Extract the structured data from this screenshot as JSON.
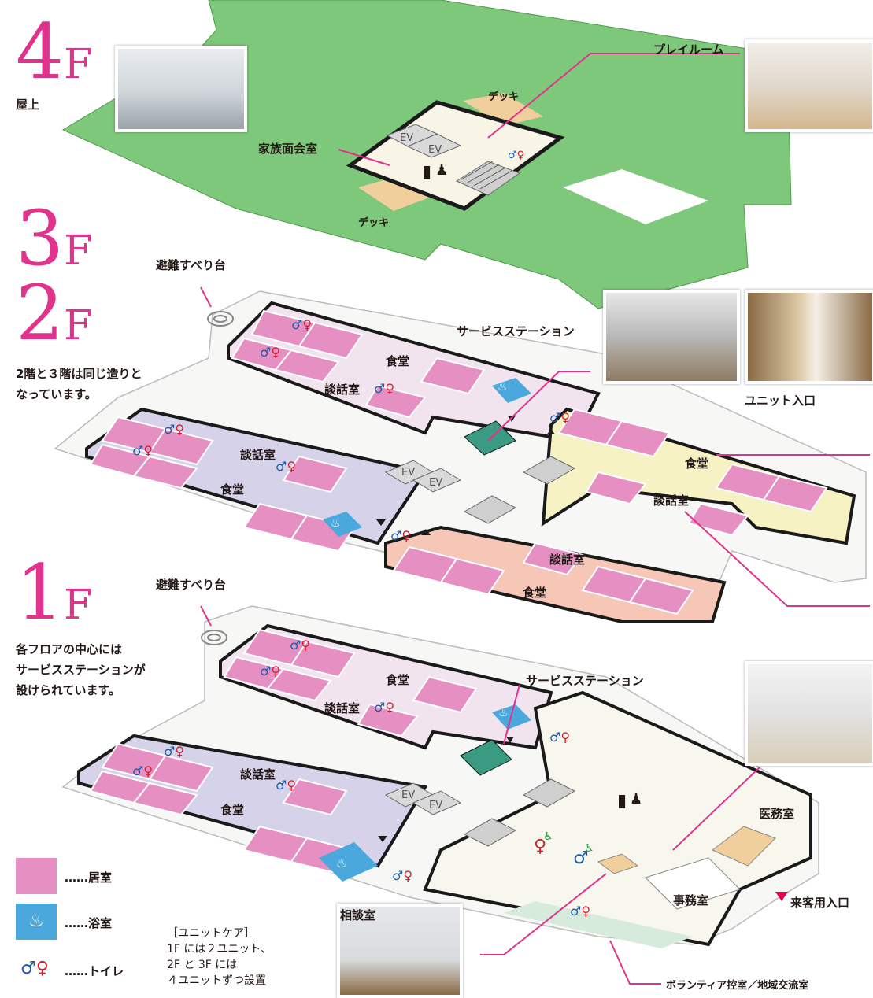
{
  "floors": {
    "f4": {
      "digit": "4",
      "suffix": "F",
      "sub": "屋上"
    },
    "f3": {
      "digit": "3",
      "suffix": "F"
    },
    "f2": {
      "digit": "2",
      "suffix": "F",
      "note": "2階と３階は同じ造りと\nなっています。"
    },
    "f1": {
      "digit": "1",
      "suffix": "F",
      "note": "各フロアの中心には\nサービスステーションが\n設けられています。"
    }
  },
  "labels": {
    "playroom": "プレイルーム",
    "deck": "デッキ",
    "family_room": "家族面会室",
    "ev": "EV",
    "slide": "避難すべり台",
    "service_station": "サービスステーション",
    "unit_entrance": "ユニット入口",
    "dining": "食堂",
    "lounge": "談話室",
    "medical": "医務室",
    "office": "事務室",
    "visitor_entrance": "来客用入口",
    "consultation": "相談室",
    "volunteer": "ボランティア控室／地域交流室"
  },
  "legend": {
    "room": "……居室",
    "bath": "……浴室",
    "toilet": "……トイレ"
  },
  "unit_care": "［ユニットケア］\n1F には２ユニット、\n2F と 3F には\n４ユニットずつ設置",
  "colors": {
    "accent": "#e0338d",
    "room": "#e58fc2",
    "bath": "#4aa8dc",
    "roof": "#7dc87a",
    "lounge_lavender": "#d6d2ea",
    "lounge_yellow": "#f6f2c4",
    "lounge_peach": "#f6c7b6",
    "station": "#3b9b82",
    "deck": "#f1cf9c"
  },
  "icons": [
    "toilet-icon",
    "bath-icon",
    "elevator-icon",
    "stairs-icon",
    "vending-icon",
    "wheelchair-icon",
    "slide-icon"
  ]
}
